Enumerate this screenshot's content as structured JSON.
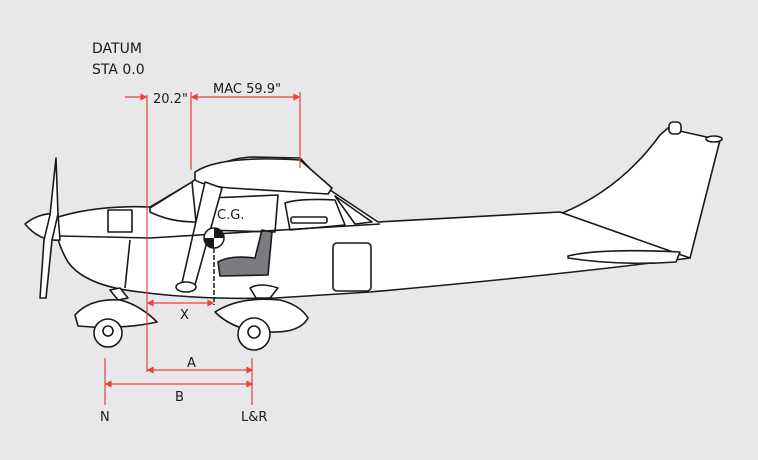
{
  "datum": {
    "line1": "DATUM",
    "line2": "STA 0.0"
  },
  "dimensions": {
    "datum_to_mac": "20.2\"",
    "mac": "MAC 59.9\"",
    "cg": "C.G.",
    "x": "X",
    "a": "A",
    "b": "B"
  },
  "gear_labels": {
    "nose": "N",
    "mains": "L&R"
  },
  "colors": {
    "background": "#e8e8ea",
    "dimension_line": "#e8413a",
    "outline": "#1a1a1a",
    "seat": "#7b7c82"
  }
}
